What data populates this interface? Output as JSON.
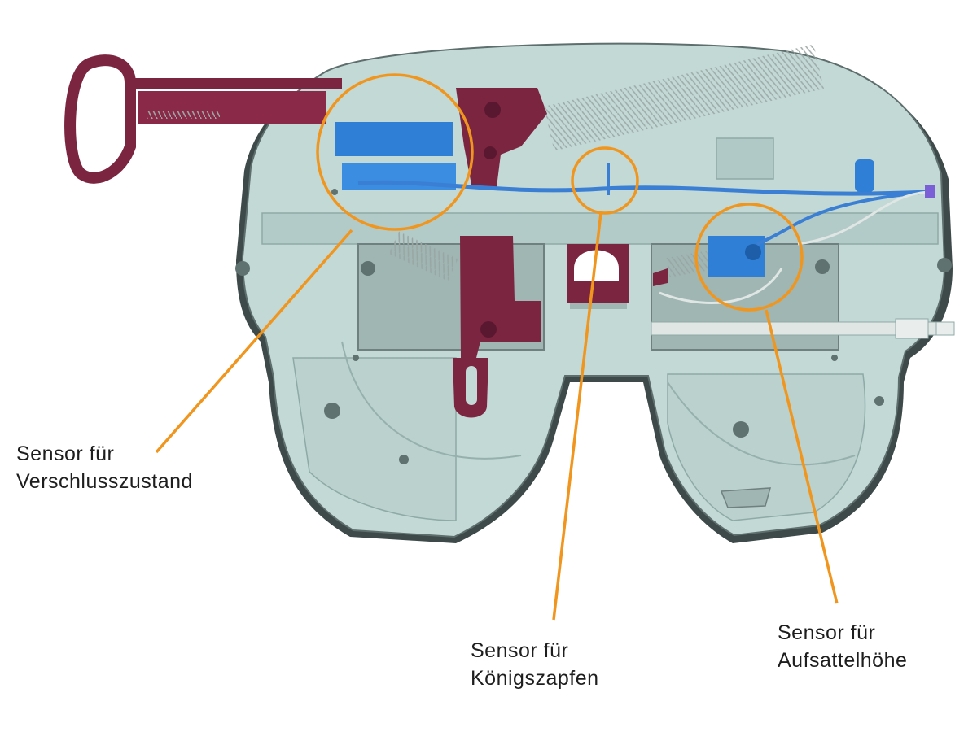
{
  "diagram": {
    "subject": "fifth-wheel coupling plate with sensors",
    "colors": {
      "plate": "#c2d9d6",
      "plate_shadow": "#8fa9a6",
      "plate_edge": "#5d6e6c",
      "slot_dark": "#6f807e",
      "lever": "#7b2540",
      "lever_dark": "#5a1830",
      "sensor": "#2f7fd6",
      "cable": "#3a7fd3",
      "spring": "#dfe6e4",
      "callout": "#f0961e",
      "label_text": "#1e1e1e"
    }
  },
  "callouts": [
    {
      "id": "lock-state",
      "line1": "Sensor für",
      "line2": "Verschlusszustand"
    },
    {
      "id": "kingpin",
      "line1": "Sensor für",
      "line2": "Königszapfen"
    },
    {
      "id": "coupling-height",
      "line1": "Sensor für",
      "line2": "Aufsattelhöhe"
    }
  ]
}
